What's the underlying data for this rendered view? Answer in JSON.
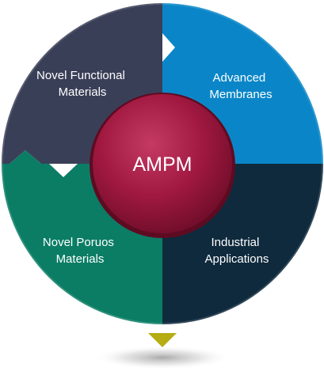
{
  "center": {
    "label": "AMPM",
    "color": "#a01840"
  },
  "segments": [
    {
      "id": "novel-functional-materials",
      "lines": [
        "Novel Functional",
        "Materials"
      ],
      "color": "#3a3f58"
    },
    {
      "id": "advanced-membranes",
      "lines": [
        "Advanced",
        "Membranes"
      ],
      "color": "#0a86c8"
    },
    {
      "id": "industrial-applications",
      "lines": [
        "Industrial",
        "Applications"
      ],
      "color": "#0f2a3d"
    },
    {
      "id": "novel-porous-materials",
      "lines": [
        "Novel Poruos",
        "Materials"
      ],
      "color": "#0b7d65"
    }
  ],
  "pointer": {
    "color": "#b5ad12"
  }
}
